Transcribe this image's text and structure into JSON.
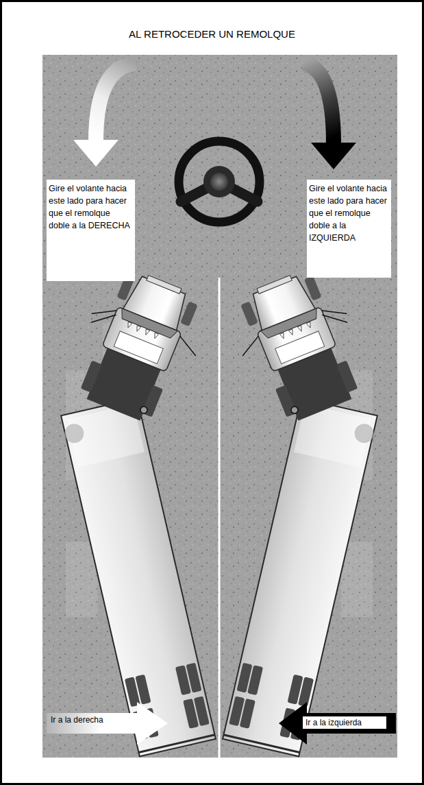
{
  "diagram": {
    "title": "AL RETROCEDER UN REMOLQUE",
    "nodes": [
      {
        "text": [
          "Gire el volante hacia este lado para hacer que el remolque doble a la DERECHA"
        ]
      },
      {
        "text": [
          "Gire el volante hacia este lado para hacer que el remolque doble a la IZQUIERDA"
        ]
      },
      {
        "text": [
          "Ir a la derecha"
        ]
      },
      {
        "text": [
          "Ir a la izquierda"
        ]
      }
    ]
  }
}
